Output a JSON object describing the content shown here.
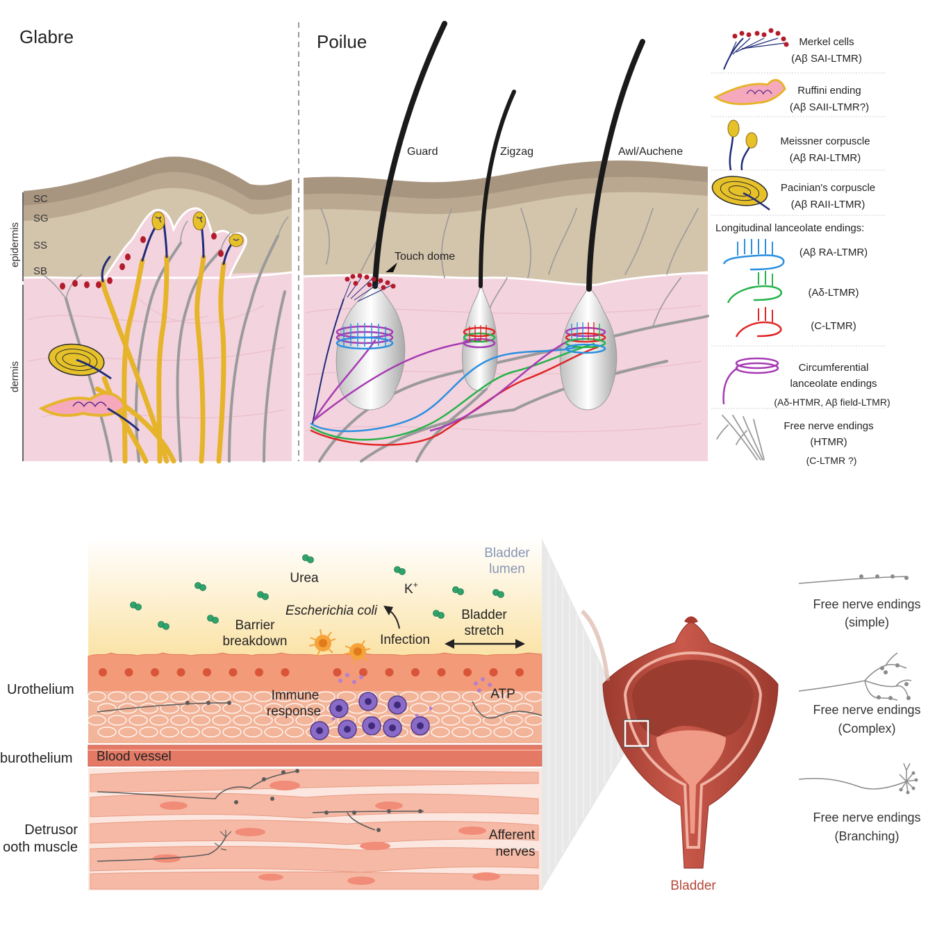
{
  "skin": {
    "glabrous_title": "Glabre",
    "hairy_title": "Poilue",
    "layer_labels": {
      "sc": "SC",
      "sg": "SG",
      "ss": "SS",
      "sb": "SB"
    },
    "region_labels": {
      "epidermis": "epidermis",
      "dermis": "dermis"
    },
    "hair_labels": {
      "guard": "Guard",
      "zigzag": "Zigzag",
      "awl": "Awl/Auchene"
    },
    "touch_dome": "Touch dome"
  },
  "legend": {
    "merkel": {
      "name": "Merkel cells",
      "type": "(Aβ SAI-LTMR)"
    },
    "ruffini": {
      "name": "Ruffini ending",
      "type": "(Aβ SAII-LTMR?)"
    },
    "meissner": {
      "name": "Meissner corpuscle",
      "type": "(Aβ RAI-LTMR)"
    },
    "pacinian": {
      "name": "Pacinian's corpuscle",
      "type": "(Aβ RAII-LTMR)"
    },
    "longitudinal_header": "Longitudinal lanceolate endings:",
    "lanceolate_ab": "(Aβ RA-LTMR)",
    "lanceolate_ad": "(Aδ-LTMR)",
    "lanceolate_c": "(C-LTMR)",
    "circumferential": {
      "line1": "Circumferential",
      "line2": "lanceolate endings",
      "type": "(Aδ-HTMR, Aβ field-LTMR)"
    },
    "free": {
      "name": "Free nerve endings",
      "type": "(HTMR)",
      "extra": "(C-LTMR ?)"
    }
  },
  "bladder": {
    "lumen_line1": "Bladder",
    "lumen_line2": "lumen",
    "urea": "Urea",
    "potassium": "K",
    "potassium_sup": "+",
    "ecoli": "Escherichia coli",
    "barrier_line1": "Barrier",
    "barrier_line2": "breakdown",
    "infection": "Infection",
    "stretch_line1": "Bladder",
    "stretch_line2": "stretch",
    "immune_line1": "Immune",
    "immune_line2": "response",
    "atp": "ATP",
    "blood_vessel": "Blood vessel",
    "afferent_line1": "Afferent",
    "afferent_line2": "nerves",
    "urothelium": "Urothelium",
    "suburothelium": "burothelium",
    "detrusor_line1": "Detrusor",
    "detrusor_line2": "ooth muscle",
    "organ_label": "Bladder"
  },
  "nerve_types": {
    "simple": {
      "line1": "Free nerve endings",
      "line2": "(simple)"
    },
    "complex": {
      "line1": "Free nerve endings",
      "line2": "(Complex)"
    },
    "branching": {
      "line1": "Free nerve endings",
      "line2": "(Branching)"
    }
  },
  "colors": {
    "skin_dermis": "#f3d3dd",
    "skin_epidermis": "#d3c4ac",
    "stratum_corneum": "#a89580",
    "nerve_yellow": "#e6b42a",
    "nerve_navy": "#1f2a78",
    "merkel_red": "#b31b2b",
    "lanceolate_blue": "#2a8fe0",
    "lanceolate_green": "#25b24a",
    "lanceolate_red": "#e02424",
    "circumferential_purple": "#a63ab3",
    "urothelium": "#f39a78",
    "bladder_wall": "#b4473a"
  }
}
